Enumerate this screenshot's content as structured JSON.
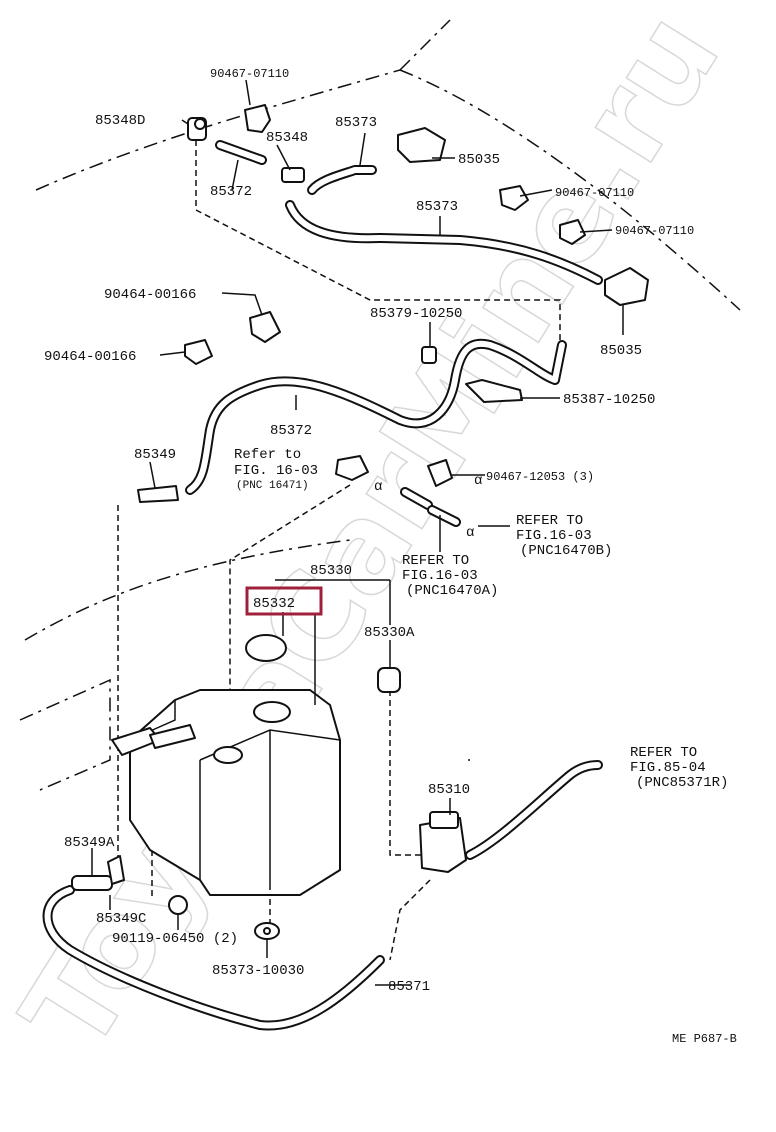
{
  "watermark": "ToyotaCarMine.ru",
  "footer_code": "ME  P687-B",
  "highlight_color": "#a0203c",
  "highlighted_part": "85332",
  "labels": {
    "p90467_07110_a": "90467-07110",
    "p85348d": "85348D",
    "p85348": "85348",
    "p85373_top": "85373",
    "p85035_top": "85035",
    "p90467_07110_b": "90467-07110",
    "p90467_07110_c": "90467-07110",
    "p85372_top": "85372",
    "p85373_mid": "85373",
    "p90464_00166_a": "90464-00166",
    "p90464_00166_b": "90464-00166",
    "p85035_right": "85035",
    "p85379_10250": "85379-10250",
    "p85387_10250": "85387-10250",
    "p85372_mid": "85372",
    "p85349": "85349",
    "refer_1603_l1": "Refer to",
    "refer_1603_l2": "FIG. 16-03",
    "refer_1603_l3": "(PNC 16471)",
    "p90467_12053": "90467-12053 (3)",
    "refer_1603b_l1": "REFER TO",
    "refer_1603b_l2": "FIG.16-03",
    "refer_1603b_l3": "(PNC16470B)",
    "refer_1603a_l1": "REFER TO",
    "refer_1603a_l2": "FIG.16-03",
    "refer_1603a_l3": "(PNC16470A)",
    "p85330": "85330",
    "p85332": "85332",
    "p85330a": "85330A",
    "refer_8504_l1": "REFER TO",
    "refer_8504_l2": "FIG.85-04",
    "refer_8504_l3": "(PNC85371R)",
    "p85310": "85310",
    "p85349a": "85349A",
    "p85349c": "85349C",
    "p90119_06450": "90119-06450 (2)",
    "p85373_10030": "85373-10030",
    "p85371": "85371"
  }
}
